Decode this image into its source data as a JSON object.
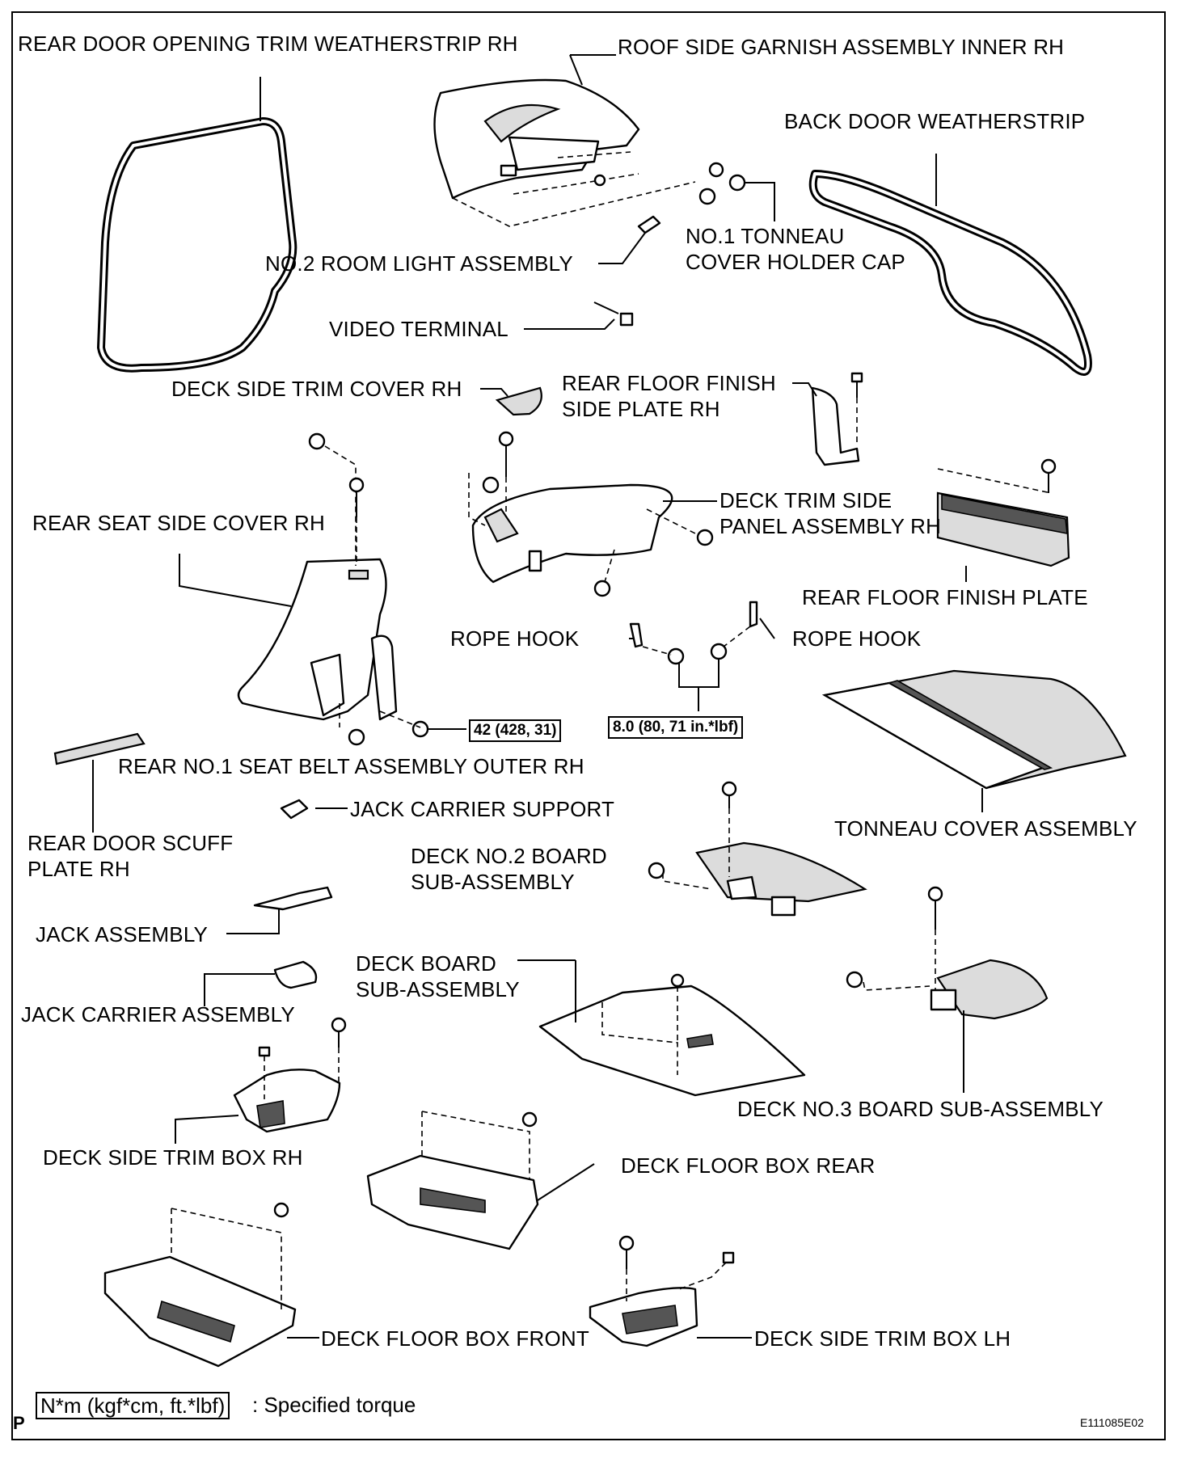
{
  "labels": {
    "rear_door_opening_weatherstrip": "REAR DOOR OPENING TRIM WEATHERSTRIP RH",
    "roof_side_garnish": "ROOF SIDE GARNISH ASSEMBLY INNER RH",
    "back_door_weatherstrip": "BACK DOOR WEATHERSTRIP",
    "tonneau_holder_cap": "NO.1 TONNEAU\nCOVER HOLDER CAP",
    "room_light": "NO.2 ROOM LIGHT ASSEMBLY",
    "video_terminal": "VIDEO TERMINAL",
    "deck_side_trim_cover": "DECK SIDE TRIM COVER RH",
    "rear_floor_finish_side_plate": "REAR FLOOR FINISH\nSIDE PLATE RH",
    "rear_seat_side_cover": "REAR SEAT SIDE COVER RH",
    "deck_trim_side_panel": "DECK TRIM SIDE\nPANEL ASSEMBLY RH",
    "rear_floor_finish_plate": "REAR FLOOR FINISH PLATE",
    "rope_hook_left": "ROPE HOOK",
    "rope_hook_right": "ROPE HOOK",
    "seat_belt_outer": "REAR NO.1 SEAT BELT ASSEMBLY OUTER RH",
    "rear_door_scuff_plate": "REAR DOOR SCUFF\nPLATE RH",
    "jack_carrier_support": "JACK CARRIER SUPPORT",
    "tonneau_cover": "TONNEAU COVER ASSEMBLY",
    "deck_no2_board": "DECK NO.2 BOARD\nSUB-ASSEMBLY",
    "jack_assembly": "JACK ASSEMBLY",
    "deck_board": "DECK BOARD\nSUB-ASSEMBLY",
    "jack_carrier_assembly": "JACK CARRIER ASSEMBLY",
    "deck_no3_board": "DECK NO.3 BOARD SUB-ASSEMBLY",
    "deck_side_trim_box_rh": "DECK SIDE TRIM BOX RH",
    "deck_floor_box_rear": "DECK FLOOR BOX REAR",
    "deck_floor_box_front": "DECK FLOOR BOX FRONT",
    "deck_side_trim_box_lh": "DECK SIDE TRIM BOX LH"
  },
  "torque": {
    "seat_belt": "42 (428, 31)",
    "rope_hook": "8.0 (80, 71 in.*lbf)"
  },
  "legend": {
    "unit_box": "N*m (kgf*cm, ft.*lbf)",
    "text": ": Specified torque"
  },
  "figure_code": "E111085E02",
  "corner_mark": "P"
}
